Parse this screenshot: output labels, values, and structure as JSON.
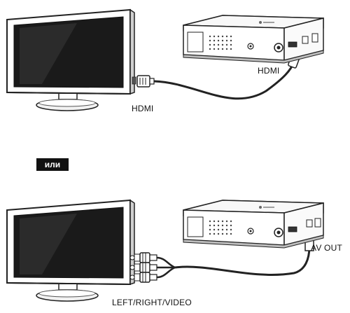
{
  "labels": {
    "hdmi_box": "HDMI",
    "hdmi_tv": "HDMI",
    "or_badge": "или",
    "av_out": "AV OUT",
    "lrv": "LEFT/RIGHT/VIDEO"
  },
  "colors": {
    "line": "#222222",
    "screen": "#1a1a1a",
    "badge_bg": "#111111"
  }
}
